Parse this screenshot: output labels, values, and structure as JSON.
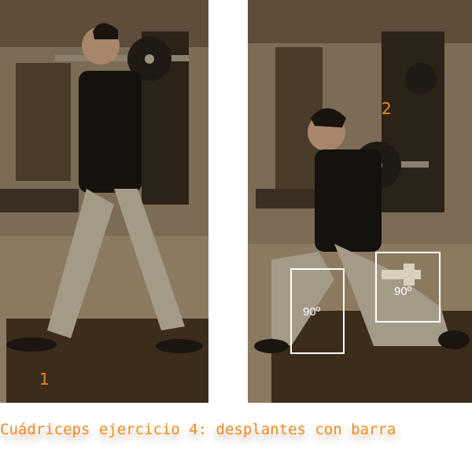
{
  "photos": [
    {
      "step_label": "1"
    },
    {
      "step_label": "2",
      "angle_labels": [
        "90º",
        "90º"
      ]
    }
  ],
  "caption": "Cuádriceps ejercicio 4: desplantes con barra",
  "colors": {
    "caption": "#f28a1e",
    "step_number": "#f28a1e",
    "angle_box": "#ffffff"
  }
}
